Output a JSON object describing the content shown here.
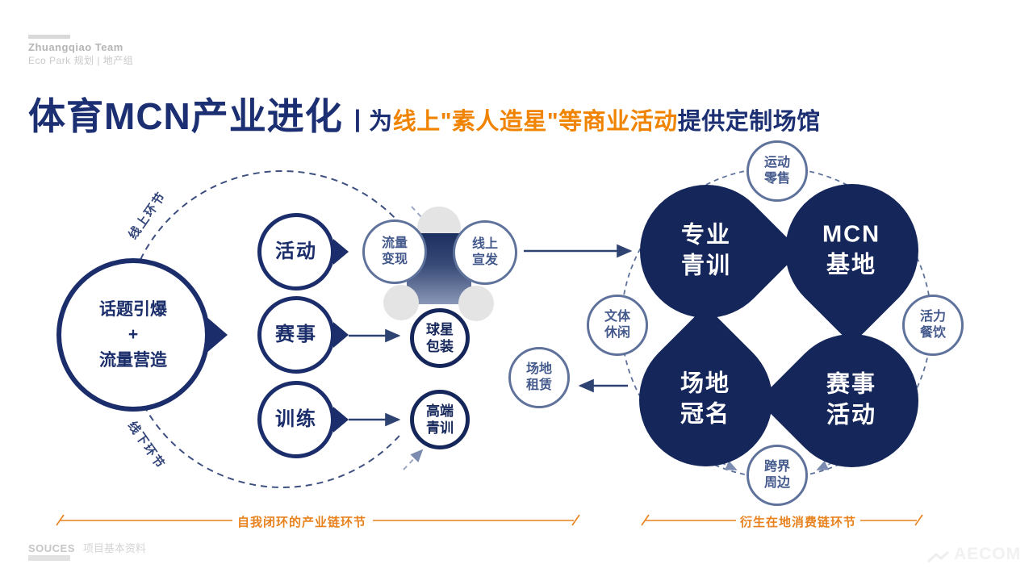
{
  "colors": {
    "navy": "#1b2f72",
    "petal_navy": "#15265a",
    "orange": "#f08300",
    "slate": "#5f729c",
    "slate_text": "#44598c",
    "gray": "#e4e4e4"
  },
  "header": {
    "logo_line1": "Zhuangqiao Team",
    "logo_line2": "Eco Park 规划 | 地产组",
    "title": "体育MCN产业进化",
    "divider": "|",
    "subtitle_prefix": "为",
    "subtitle_highlight": "线上\"素人造星\"等商业活动",
    "subtitle_suffix": "提供定制场馆"
  },
  "left_flow": {
    "arc_label_top": "线上环节",
    "arc_label_bottom": "线下环节",
    "hub": "话题引爆\n+\n流量营造",
    "stages": [
      "活动",
      "赛事",
      "训练"
    ],
    "nodes": {
      "traffic_monetize": "流量\n变现",
      "online_publish": "线上\n宣发",
      "star_packaging": "球星\n包装",
      "elite_training": "高端\n青训"
    },
    "bracket_label": "自我闭环的产业链环节"
  },
  "right_flow": {
    "petals": {
      "pro_youth": "专业\n青训",
      "mcn_base": "MCN\n基地",
      "venue_naming": "场地\n冠名",
      "event_activity": "赛事\n活动"
    },
    "satellites": {
      "sports_retail": "运动\n零售",
      "vitality_dining": "活力\n餐饮",
      "crossover_merch": "跨界\n周边",
      "culture_leisure": "文体\n休闲",
      "venue_rental": "场地\n租赁"
    },
    "bracket_label": "衍生在地消费链环节"
  },
  "footer": {
    "source_label": "SOUCES",
    "source_text": "项目基本资料",
    "brand": "AECOM"
  }
}
